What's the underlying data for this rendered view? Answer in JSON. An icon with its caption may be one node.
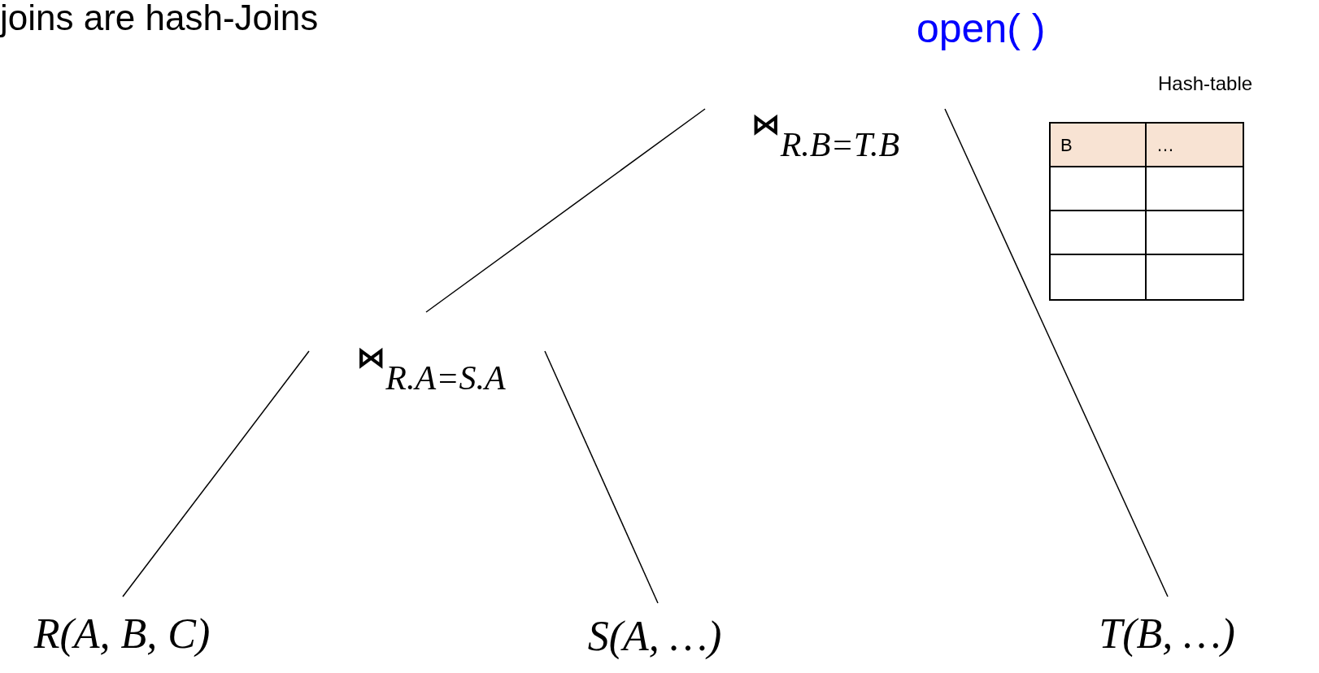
{
  "diagram": {
    "title": "joins are hash-Joins",
    "nodes": [
      {
        "text": [
          "⋈$_{R.B=T.B}$"
        ]
      },
      {
        "text": [
          "⋈$_{R.A=S.A}$"
        ]
      },
      {
        "text": [
          "R(A, B, C)"
        ]
      },
      {
        "text": [
          "S(A, …)"
        ]
      },
      {
        "text": [
          "T(B, …)"
        ]
      }
    ],
    "edges": [
      {
        "from": 0,
        "to": 1,
        "arrow": "none"
      },
      {
        "from": 1,
        "to": 2,
        "arrow": "none"
      },
      {
        "from": 1,
        "to": 3,
        "arrow": "none"
      },
      {
        "from": 0,
        "to": 4,
        "arrow": "none"
      }
    ],
    "labels": [
      "open( )",
      "Hash-table",
      "B",
      "…"
    ]
  }
}
